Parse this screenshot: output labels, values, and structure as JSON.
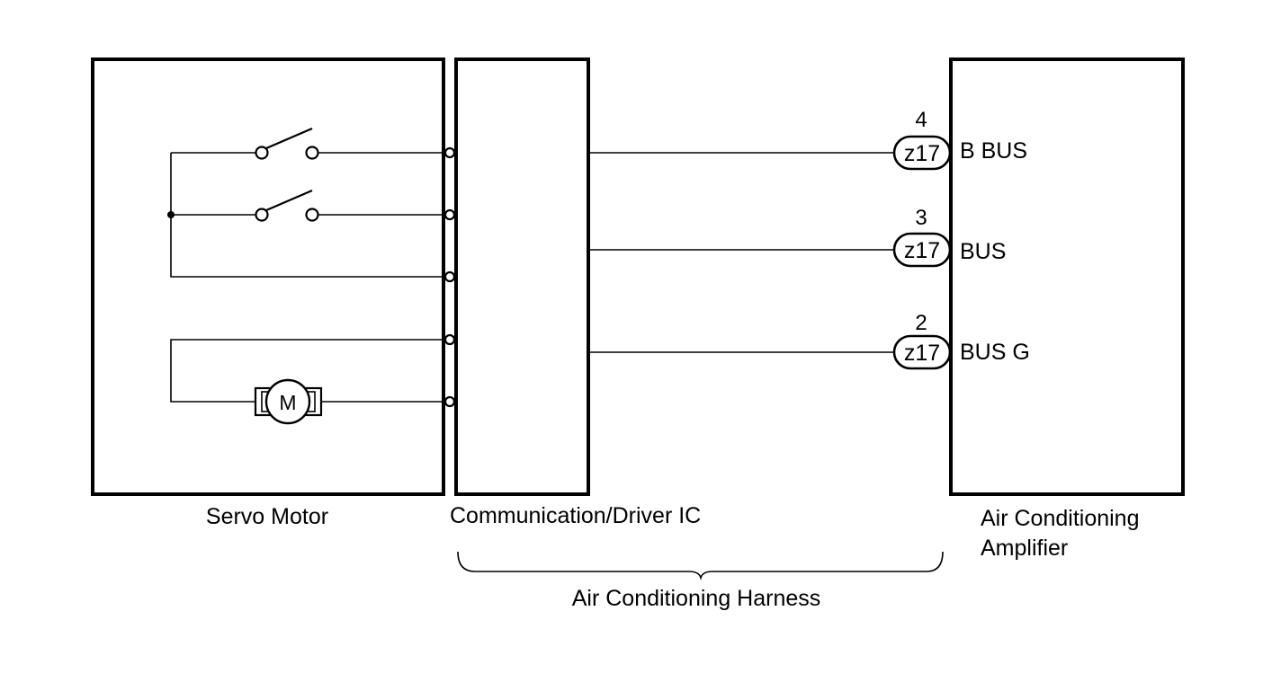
{
  "components": {
    "servo_motor": "Servo Motor",
    "driver_ic": "Communication/Driver IC",
    "amplifier_line1": "Air Conditioning",
    "amplifier_line2": "Amplifier",
    "harness": "Air Conditioning Harness",
    "motor_symbol": "M"
  },
  "connections": [
    {
      "pin": "4",
      "connector": "z17",
      "signal": "B BUS"
    },
    {
      "pin": "3",
      "connector": "z17",
      "signal": "BUS"
    },
    {
      "pin": "2",
      "connector": "z17",
      "signal": "BUS G"
    }
  ]
}
